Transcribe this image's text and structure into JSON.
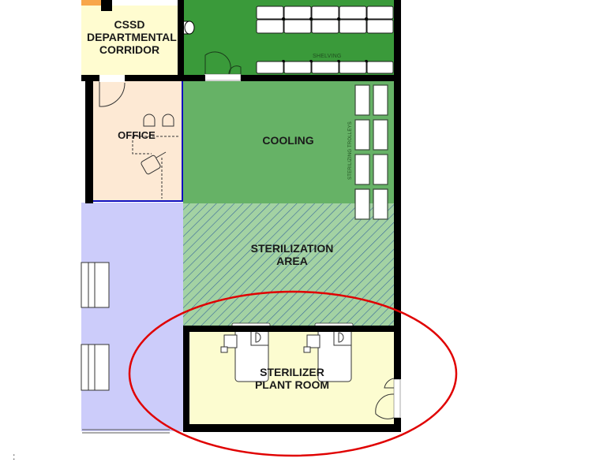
{
  "plan": {
    "rooms": {
      "corridor": {
        "label": "CSSD\nDEPARTMENTAL\nCORRIDOR",
        "fill": "#fffcd0"
      },
      "office": {
        "label": "OFFICE",
        "fill": "#fde9d4"
      },
      "storage": {
        "fill": "#3a9a3a"
      },
      "cooling": {
        "label": "COOLING",
        "fill": "#66b266"
      },
      "sterilization_area": {
        "label": "STERILIZATION\nAREA",
        "fill": "#a3d2a3",
        "hatch": "#3a6a9a"
      },
      "plant_room": {
        "label": "STERILIZER\nPLANT ROOM",
        "fill": "#fcfcd0"
      },
      "left_corridor": {
        "fill": "#ccccfa"
      },
      "top_left_strip": {
        "fill": "#f8a64a"
      }
    },
    "annotations": {
      "shelving": "SHELVING",
      "sterilizing_trolleys": "STERILIZING TROLLEYS"
    },
    "highlight": {
      "shape": "ellipse",
      "color": "#e00000"
    },
    "wall_color": "#000000",
    "accent_wall_color": "#1010c0"
  },
  "footer": {
    "text": ":"
  }
}
